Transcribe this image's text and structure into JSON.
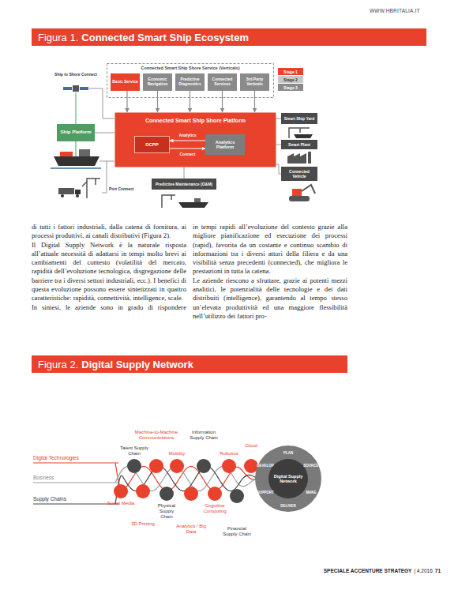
{
  "diagram": {
    "nodes": [
      {
        "text": [
          "Figura 1.",
          "Connected Smart Ship Ecosystem"
        ]
      },
      {
        "text": [
          "Connected Smart Ship Shore Service (Verticals)"
        ]
      },
      {
        "text": [
          "Basic Service"
        ],
        "in": 1
      },
      {
        "text": [
          "Economic Navigation"
        ],
        "in": 1
      },
      {
        "text": [
          "Predictive Diagnostics"
        ],
        "in": 1
      },
      {
        "text": [
          "Connected Services"
        ],
        "in": 1
      },
      {
        "text": [
          "3rd Party Verticals"
        ],
        "in": 1
      },
      {
        "text": [
          "Connected Smart Ship Shore Platform"
        ]
      },
      {
        "text": [
          "DCPP"
        ],
        "in": 7
      },
      {
        "text": [
          "Analytics Platform"
        ],
        "in": 7
      },
      {
        "text": [
          "Ship Platform"
        ]
      },
      {
        "text": [
          "Predictive Maintenance (O&M)"
        ]
      },
      {
        "text": [
          "Smart Ship Yard"
        ]
      },
      {
        "text": [
          "Smart Plant"
        ]
      },
      {
        "text": [
          "Connected Vehicle"
        ]
      },
      {
        "text": [
          "Figura 2.",
          "Digital Supply Network"
        ]
      },
      {
        "text": [
          "Talent Supply Chain"
        ]
      },
      {
        "text": [
          "Machine-to-Machine Communications"
        ]
      },
      {
        "text": [
          "Mobility"
        ]
      },
      {
        "text": [
          "Information Supply Chain"
        ]
      },
      {
        "text": [
          "Robotics"
        ]
      },
      {
        "text": [
          "Cloud"
        ]
      },
      {
        "text": [
          "Social Media"
        ]
      },
      {
        "text": [
          "3D Printing"
        ]
      },
      {
        "text": [
          "Physical Supply Chain"
        ]
      },
      {
        "text": [
          "Analytics / Big Data"
        ]
      },
      {
        "text": [
          "Cognitive Computing"
        ]
      },
      {
        "text": [
          "Financial Supply Chain"
        ]
      },
      {
        "text": [
          "Digital Supply Network"
        ]
      }
    ],
    "edges": [
      {
        "from": 2,
        "to": 7,
        "arrow": "to"
      },
      {
        "from": 3,
        "to": 7,
        "arrow": "to"
      },
      {
        "from": 4,
        "to": 7,
        "arrow": "to"
      },
      {
        "from": 5,
        "to": 7,
        "arrow": "to"
      },
      {
        "from": 6,
        "to": 7,
        "arrow": "to"
      },
      {
        "from": 9,
        "to": 8,
        "label": "Analytics",
        "arrow": "to"
      },
      {
        "from": 8,
        "to": 9,
        "label": "Connect",
        "arrow": "to"
      },
      {
        "from": 10,
        "to": 7,
        "arrow": "none"
      },
      {
        "from": 7,
        "to": 11,
        "arrow": "none"
      },
      {
        "from": 7,
        "to": 12,
        "arrow": "none"
      },
      {
        "from": 7,
        "to": 13,
        "arrow": "none"
      },
      {
        "from": 7,
        "to": 14,
        "arrow": "none"
      }
    ],
    "labels": [
      "WWW.HBRITALIA.IT",
      "Ship to Shore Connect",
      "Port Connect",
      "di tutti i fattori industriali, dalla catena di fornitura, ai processi produttivi, ai canali distributivi (Figura 2).",
      "Il Digital Supply Network è la naturale risposta all’attuale necessità di adattarsi in tempi molto brevi ai cambiamenti del contesto (volatilità del mercato, rapidità dell’evoluzione tecnologica, disgregazione delle barriere tra i diversi settori industriali, ecc.). I benefici di questa evoluzione possono essere sintetizzati in quattro caratteristiche: rapidità, connettività, intelligence, scale.",
      "In sintesi, le aziende sono in grado di rispondere",
      "in tempi rapidi all’evoluzione del contesto grazie alla migliore pianificazione ed esecuzione dei processi (rapid), favorita da un costante e continuo scambio di informazioni tra i diversi attori della filiera e da una visibilità senza precedenti (connected), che migliora le prestazioni in tutta la catena.",
      "Le aziende riescono a sfruttare, grazie ai potenti mezzi analitici, le potenzialità delle tecnologie e dei dati distribuiti (intelligence), garantendo al tempo stesso un’elevata produttività ed una maggiore flessibilità nell’utilizzo dei fattori pro-",
      "Digital Technologies",
      "Business",
      "Supply Chains",
      "PLAN",
      "SOURCE",
      "MAKE",
      "DELIVER",
      "SUPPORT",
      "DEVELOP",
      "SPECIALE ACCENTURE STRATEGY",
      "| 4.2016",
      "71"
    ],
    "legend": [
      {
        "text": "Stage 1",
        "color": "#e8412c"
      },
      {
        "text": "Stage 2",
        "color": "#c8c8c8"
      },
      {
        "text": "Stage 3",
        "color": "#8a8a8a"
      }
    ]
  }
}
